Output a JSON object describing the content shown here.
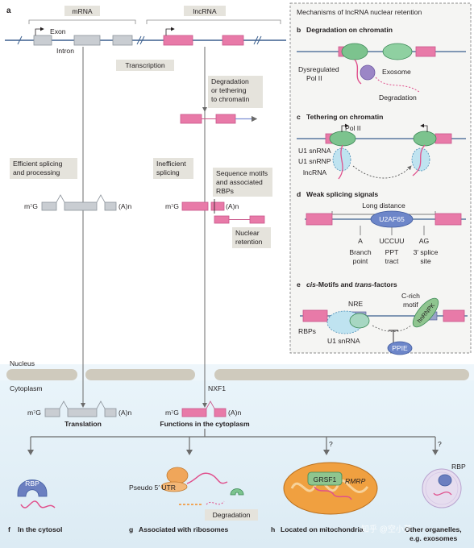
{
  "panel_a": {
    "letter": "a",
    "mrna_tag": "mRNA",
    "lncrna_tag": "lncRNA",
    "exon": "Exon",
    "intron": "Intron",
    "transcription": "Transcription",
    "degradation_tethering": [
      "Degradation",
      "or tethering",
      "to chromatin"
    ],
    "efficient_splicing": [
      "Efficient splicing",
      "and processing"
    ],
    "inefficient_splicing": [
      "Inefficient",
      "splicing"
    ],
    "sequence_motifs": [
      "Sequence motifs",
      "and associated",
      "RBPs"
    ],
    "cap": "m⁷G",
    "polya": "(A)n",
    "nuclear_retention": [
      "Nuclear",
      "retention"
    ],
    "nucleus": "Nucleus",
    "cytoplasm": "Cytoplasm",
    "nxf1": "NXF1",
    "translation": "Translation",
    "functions_cytoplasm": "Functions in the cytoplasm"
  },
  "mechanisms": {
    "title": "Mechanisms of lncRNA nuclear retention",
    "b": {
      "letter": "b",
      "title": "Degradation on chromatin",
      "dysregulated": [
        "Dysregulated",
        "Pol II"
      ],
      "exosome": "Exosome",
      "degradation": "Degradation"
    },
    "c": {
      "letter": "c",
      "title": "Tethering on chromatin",
      "pol2": "Pol II",
      "u1snrna": "U1 snRNA",
      "u1snrnp": "U1 snRNP",
      "lncrna": "lncRNA"
    },
    "d": {
      "letter": "d",
      "title": "Weak splicing signals",
      "long_distance": "Long distance",
      "u2af65": "U2AF65",
      "a": "A",
      "uccuu": "UCCUU",
      "ag": "AG",
      "branch_point": [
        "Branch",
        "point"
      ],
      "ppt": [
        "PPT",
        "tract"
      ],
      "splice_site": [
        "3′ splice",
        "site"
      ]
    },
    "e": {
      "letter": "e",
      "title_cis": "cis",
      "title_mid": "-Motifs and ",
      "title_trans": "trans",
      "title_end": "-factors",
      "nre": "NRE",
      "crich": [
        "C-rich",
        "motif"
      ],
      "hnrnpk": "hnRNPK",
      "rbps": "RBPs",
      "u1snrna": "U1 snRNA",
      "ppie": "PPIE"
    }
  },
  "bottom": {
    "question": "?",
    "f": {
      "letter": "f",
      "label": "In the cytosol",
      "rbp": "RBP"
    },
    "g": {
      "letter": "g",
      "label": "Associated with ribosomes",
      "pseudo": "Pseudo 5′ UTR",
      "degradation": "Degradation"
    },
    "h": {
      "letter": "h",
      "label": "Located on mitochondria",
      "grsf1": "GRSF1",
      "rmrp": "RMRP"
    },
    "i": {
      "label": [
        "Other organelles,",
        "e.g. exosomes"
      ],
      "rbp": "RBP"
    },
    "watermark": "知乎 @空小芳"
  },
  "colors": {
    "lncrna_exon": "#e87aa8",
    "mrna_exon": "#c9cdd2",
    "cytoplasm_bg": "#e4f1f8",
    "nucleus_membrane": "#cfcabd",
    "label_box": "#e5e3dc"
  }
}
